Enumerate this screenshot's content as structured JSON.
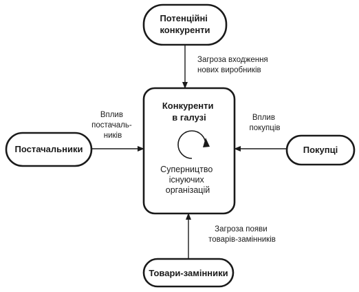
{
  "nodes": {
    "potential_competitors": [
      "Потенційні",
      "конкуренти"
    ],
    "suppliers": [
      "Постачальники"
    ],
    "buyers": [
      "Покупці"
    ],
    "substitutes": [
      "Товари-замінники"
    ],
    "industry": {
      "title": [
        "Конкуренти",
        "в галузі"
      ],
      "rivalry": [
        "Суперництво",
        "існуючих",
        "організацій"
      ]
    }
  },
  "edges": {
    "entry_threat": [
      "Загроза входження",
      "нових виробників"
    ],
    "supplier_influence": [
      "Вплив",
      "постачаль-",
      "ників"
    ],
    "buyer_influence": [
      "Вплив",
      "покупців"
    ],
    "substitute_threat": [
      "Загроза появи",
      "товарів-замінників"
    ]
  }
}
